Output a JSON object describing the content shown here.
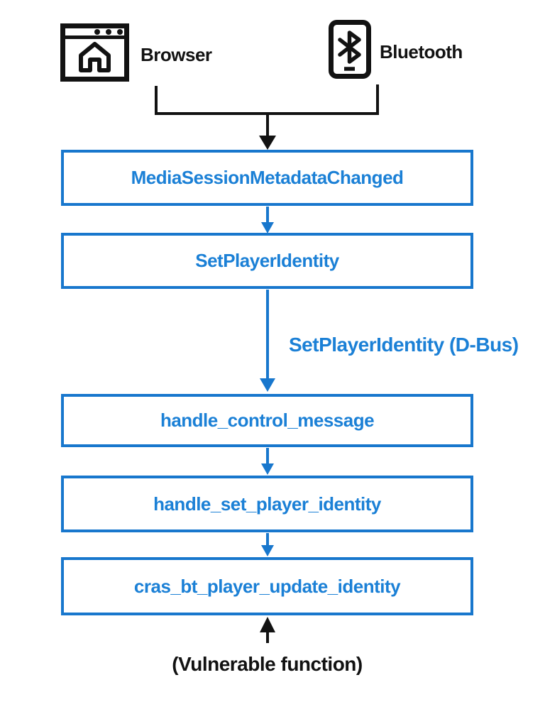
{
  "palette": {
    "blue": "#1877cd",
    "blue_text": "#1b80d6",
    "ink": "#121212",
    "background": "#ffffff"
  },
  "sources": [
    {
      "label": "Browser",
      "icon": "browser-window-icon"
    },
    {
      "label": "Bluetooth",
      "icon": "bluetooth-phone-icon"
    }
  ],
  "boxes": [
    {
      "label": "MediaSessionMetadataChanged"
    },
    {
      "label": "SetPlayerIdentity"
    },
    {
      "label": "handle_control_message"
    },
    {
      "label": "handle_set_player_identity"
    },
    {
      "label": "cras_bt_player_update_identity"
    }
  ],
  "edge_label": {
    "text": "SetPlayerIdentity (D-Bus)"
  },
  "footnote": {
    "text": "(Vulnerable function)"
  }
}
